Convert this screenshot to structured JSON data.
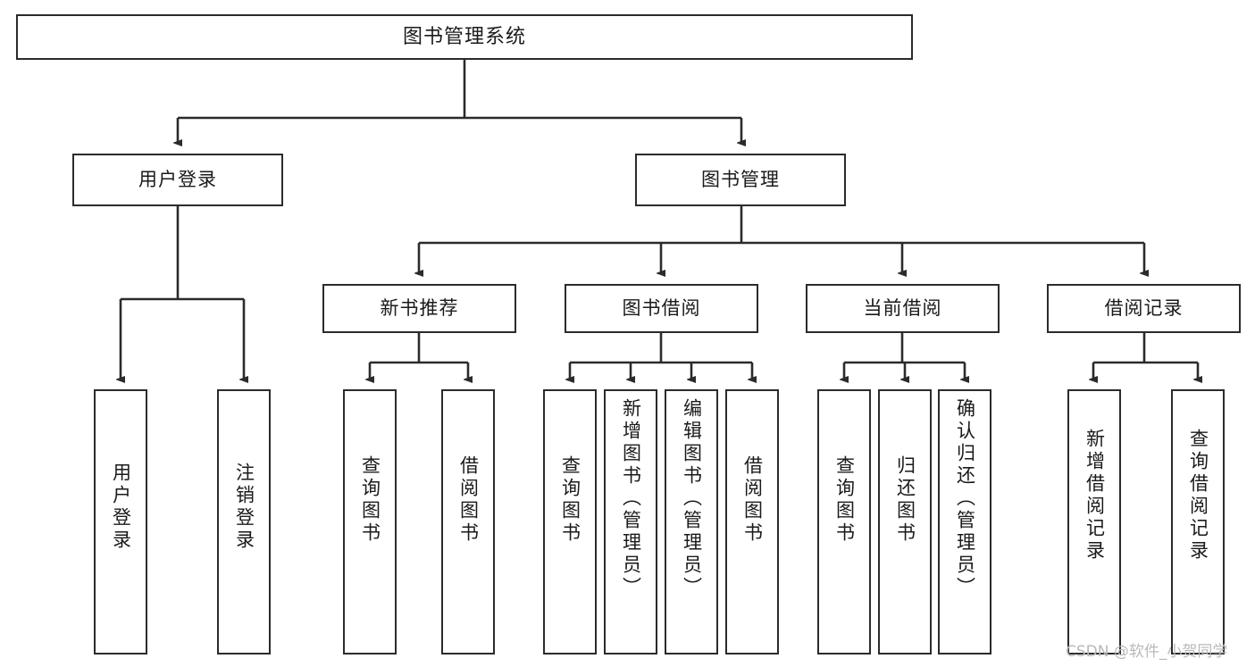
{
  "diagram": {
    "title": "图书管理系统",
    "type": "tree",
    "orientation": "top-down",
    "watermark": "CSDN @软件_小贺同学",
    "colors": {
      "background": "#ffffff",
      "node_border": "#2b2b2b",
      "node_fill": "#ffffff",
      "edge": "#2b2b2b",
      "text": "#1a1a1a",
      "watermark": "#b9b9b9"
    },
    "nodes": {
      "root": {
        "label": "图书管理系统"
      },
      "level2": [
        {
          "label": "用户登录"
        },
        {
          "label": "图书管理"
        }
      ],
      "level3": [
        {
          "label": "新书推荐"
        },
        {
          "label": "图书借阅"
        },
        {
          "label": "当前借阅"
        },
        {
          "label": "借阅记录"
        }
      ],
      "leaves": {
        "user_login": [
          {
            "label": "用户登录"
          },
          {
            "label": "注销登录"
          }
        ],
        "new_book_recommend": [
          {
            "label": "查询图书"
          },
          {
            "label": "借阅图书"
          }
        ],
        "book_borrow": [
          {
            "label": "查询图书"
          },
          {
            "label": "新增图书（管理员）"
          },
          {
            "label": "编辑图书（管理员）"
          },
          {
            "label": "借阅图书"
          }
        ],
        "current_borrow": [
          {
            "label": "查询图书"
          },
          {
            "label": "归还图书"
          },
          {
            "label": "确认归还（管理员）"
          }
        ],
        "borrow_record": [
          {
            "label": "新增借阅记录"
          },
          {
            "label": "查询借阅记录"
          }
        ]
      }
    }
  }
}
